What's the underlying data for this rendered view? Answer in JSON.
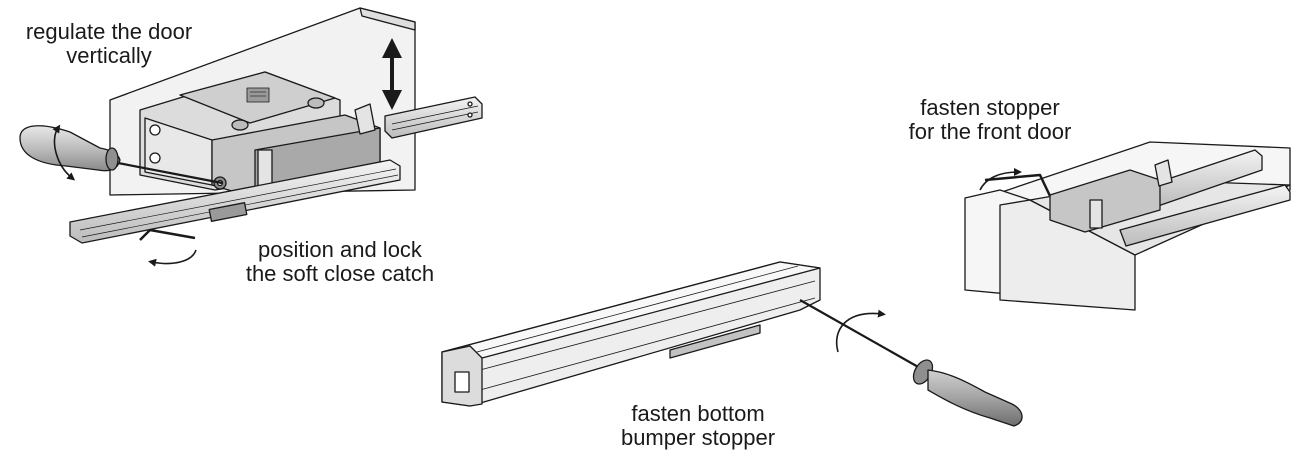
{
  "labels": {
    "regulate": {
      "line1": "regulate the door",
      "line2": "vertically"
    },
    "position_lock": {
      "line1": "position and lock",
      "line2": "the soft close catch"
    },
    "fasten_stopper": {
      "line1": "fasten stopper",
      "line2": "for the front door"
    },
    "fasten_bottom": {
      "line1": "fasten bottom",
      "line2": "bumper stopper"
    }
  },
  "colors": {
    "line": "#1a1a1a",
    "metal_light": "#e6e6e6",
    "metal_mid": "#cfcfcf",
    "metal_dark": "#9a9a9a",
    "panel": "#f2f2f2",
    "handle": "#bdbdbd"
  }
}
